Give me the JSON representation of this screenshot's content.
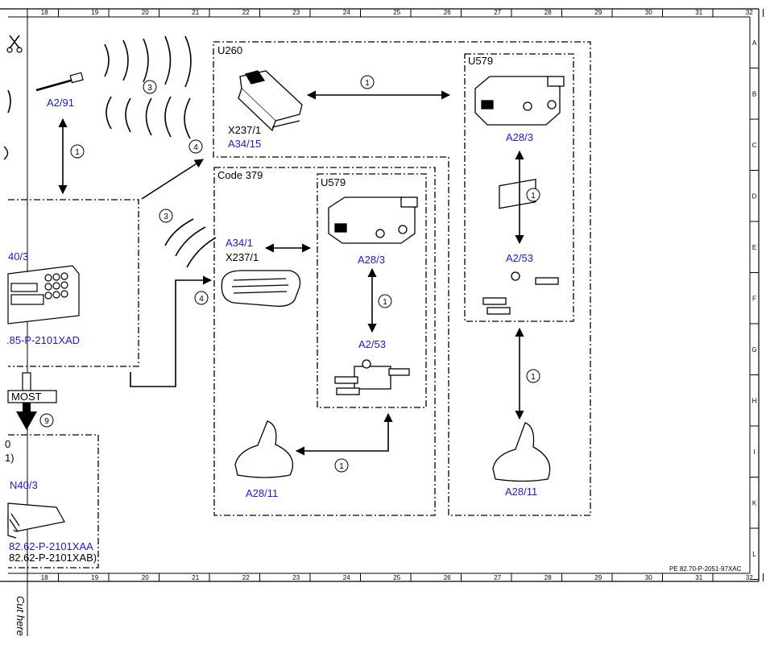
{
  "grid": {
    "columns": [
      "18",
      "19",
      "20",
      "21",
      "22",
      "23",
      "24",
      "25",
      "26",
      "27",
      "28",
      "29",
      "30",
      "31",
      "32"
    ],
    "rows": [
      "A",
      "B",
      "C",
      "D",
      "E",
      "F",
      "G",
      "H",
      "I",
      "K",
      "L"
    ]
  },
  "reference": "PE 82.70-P-2051-97XAC",
  "cut_here": "Cut here",
  "groups": {
    "u260": "U260",
    "u579_right": "U579",
    "code379": "Code 379",
    "u579_inner": "U579"
  },
  "labels": {
    "a2_91": "A2/91",
    "x237_1_top": "X237/1",
    "a34_15": "A34/15",
    "a28_3_right": "A28/3",
    "a2_53_right": "A2/53",
    "a28_11_right": "A28/11",
    "a34_1": "A34/1",
    "x237_1_mid": "X237/1",
    "a28_3_inner": "A28/3",
    "a2_53_inner": "A2/53",
    "a28_11_inner": "A28/11",
    "n40_3_top": "40/3",
    "ref_left": ".85-P-2101XAD",
    "most": "MOST",
    "n40_3_bottom": "N40/3",
    "zero": "0",
    "one_paren": "1)",
    "ref_xaa": "82.62-P-2101XAA",
    "ref_xab": "82.62-P-2101XAB)"
  },
  "circles": {
    "c1": "1",
    "c3": "3",
    "c4": "4",
    "c9": "9"
  },
  "icons": {
    "scissors": "scissors-icon"
  }
}
